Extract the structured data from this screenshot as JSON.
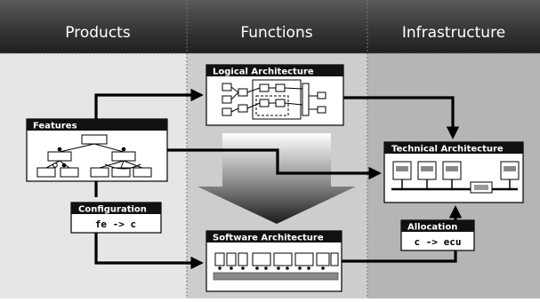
{
  "columns": [
    {
      "label": "Products"
    },
    {
      "label": "Functions"
    },
    {
      "label": "Infrastructure"
    }
  ],
  "boxes": {
    "features": {
      "title": "Features"
    },
    "logical": {
      "title": "Logical Architecture"
    },
    "technical": {
      "title": "Technical Architecture"
    },
    "software": {
      "title": "Software Architecture"
    },
    "configuration": {
      "title": "Configuration",
      "expr": "fe -> c"
    },
    "allocation": {
      "title": "Allocation",
      "expr": "c -> ecu"
    }
  },
  "colors": {
    "header_dark": "#3a3a3a",
    "column_products": "#e6e6e6",
    "column_functions": "#cdcdcd",
    "column_infrastructure": "#b5b5b5",
    "box_title": "#111111",
    "arrow": "#000000"
  }
}
